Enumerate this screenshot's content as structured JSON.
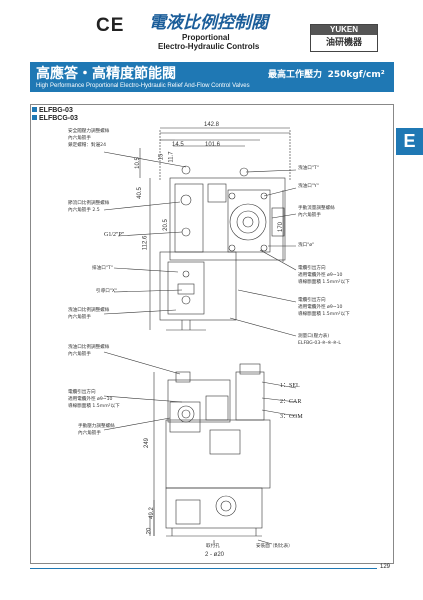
{
  "header": {
    "ce_mark": "CE",
    "title_zh": "電液比例控制閥",
    "title_en_line1": "Proportional",
    "title_en_line2": "Electro-Hydraulic Controls",
    "logo_top": "YUKEN",
    "logo_bottom": "油研機器"
  },
  "banner": {
    "title_zh": "高應答・高精度節能閥",
    "subtitle_en": "High Performance Proportional Electro-Hydraulic Relief And-Flow Control Valves",
    "max_pressure_label": "最高工作壓力",
    "max_pressure_value": "250kgf/cm²"
  },
  "side_tab": "E",
  "models": [
    "ELFBG-03",
    "ELFBCG-03"
  ],
  "dimensions": {
    "d142_8": "142.8",
    "d14_5": "14.5",
    "d101_6": "101.6",
    "d15": "15",
    "d11_7": "11.7",
    "d10_5": "10.5",
    "d40_5": "40.5",
    "d20_5": "20.5",
    "d112_6": "112.6",
    "d170": "170",
    "d249": "249",
    "d49_2": "49.2",
    "d20": "20",
    "d2_20": "2 - ø20"
  },
  "annotations": {
    "relief_adjust": "安全閥壓力調整螺絲",
    "hex_wrench_1": "內六角扳手",
    "lock_nut": "鎖定螺帽：對邊24",
    "flow_adjust": "節流口比例調整螺絲",
    "hex_wrench_2": "內六角扳手 2.5",
    "port_pilot_drain": "洩油口\"T\"",
    "port_drain": "洩油口\"Y\"",
    "manual_flow": "手動流量調整螺絲",
    "hex_wrench_3": "內六角扳手",
    "port_y": "洩口\"ø\"",
    "solenoid_1_a": "電纜引出方向",
    "solenoid_1_b": "適用電纜外徑 ø9~10",
    "solenoid_1_c": "導線斷面積 1.5mm²以下",
    "solenoid_2_a": "電纜引出方向",
    "solenoid_2_b": "適用電纜外徑 ø9~10",
    "solenoid_2_c": "導線斷面積 1.5mm²以下",
    "port_r": "排油口\"T\"",
    "port_x": "引導口\"X\"",
    "port_g": "G1/2\"P\"",
    "lower_relief_1": "洩油口比例調整螺絲",
    "lower_hex_1": "內六角扳手",
    "solenoid_label": "測量口(壓力表)",
    "solenoid_label2": "ELFBG-03-※-※-※-L",
    "lower_relief_2": "洩油口比例調整螺絲",
    "lower_hex_2": "內六角扳手",
    "lower_cable_a": "電纜引出方向",
    "lower_cable_b": "適用電纜外徑 ø9~10",
    "lower_cable_c": "導線斷面積 1.5mm²以下",
    "manual_lower": "手動壓力調整螺絲",
    "lower_hex_3": "內六角扳手",
    "sol_1": "1：SEL",
    "sol_2": "2：CAR",
    "sol_3": "3：COM",
    "mount_hole": "取付孔",
    "pressure_tap": "安裝面（對比表）"
  },
  "footer": {
    "page_number": "129"
  }
}
